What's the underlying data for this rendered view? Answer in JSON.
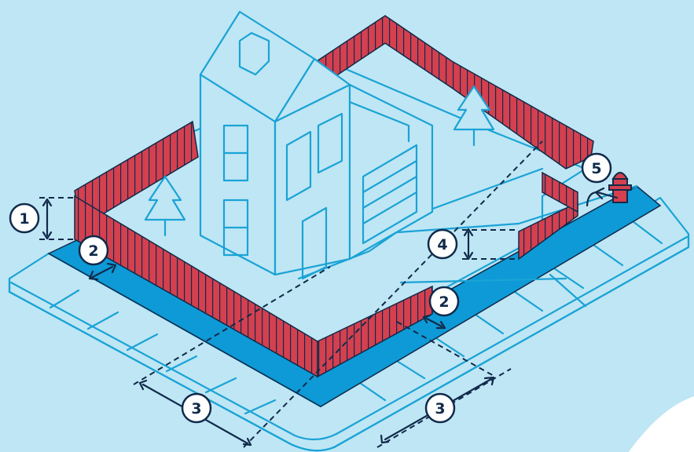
{
  "colors": {
    "background": "#bfe6f4",
    "outline": "#1aa3d6",
    "fence": "#d4404f",
    "strip": "#0d9ad6",
    "ink": "#102a4a",
    "badge_fill": "#ffffff"
  },
  "callouts": [
    {
      "id": "1",
      "label": "1"
    },
    {
      "id": "2a",
      "label": "2"
    },
    {
      "id": "2b",
      "label": "2"
    },
    {
      "id": "3a",
      "label": "3"
    },
    {
      "id": "3b",
      "label": "3"
    },
    {
      "id": "4",
      "label": "4"
    },
    {
      "id": "5",
      "label": "5"
    }
  ]
}
